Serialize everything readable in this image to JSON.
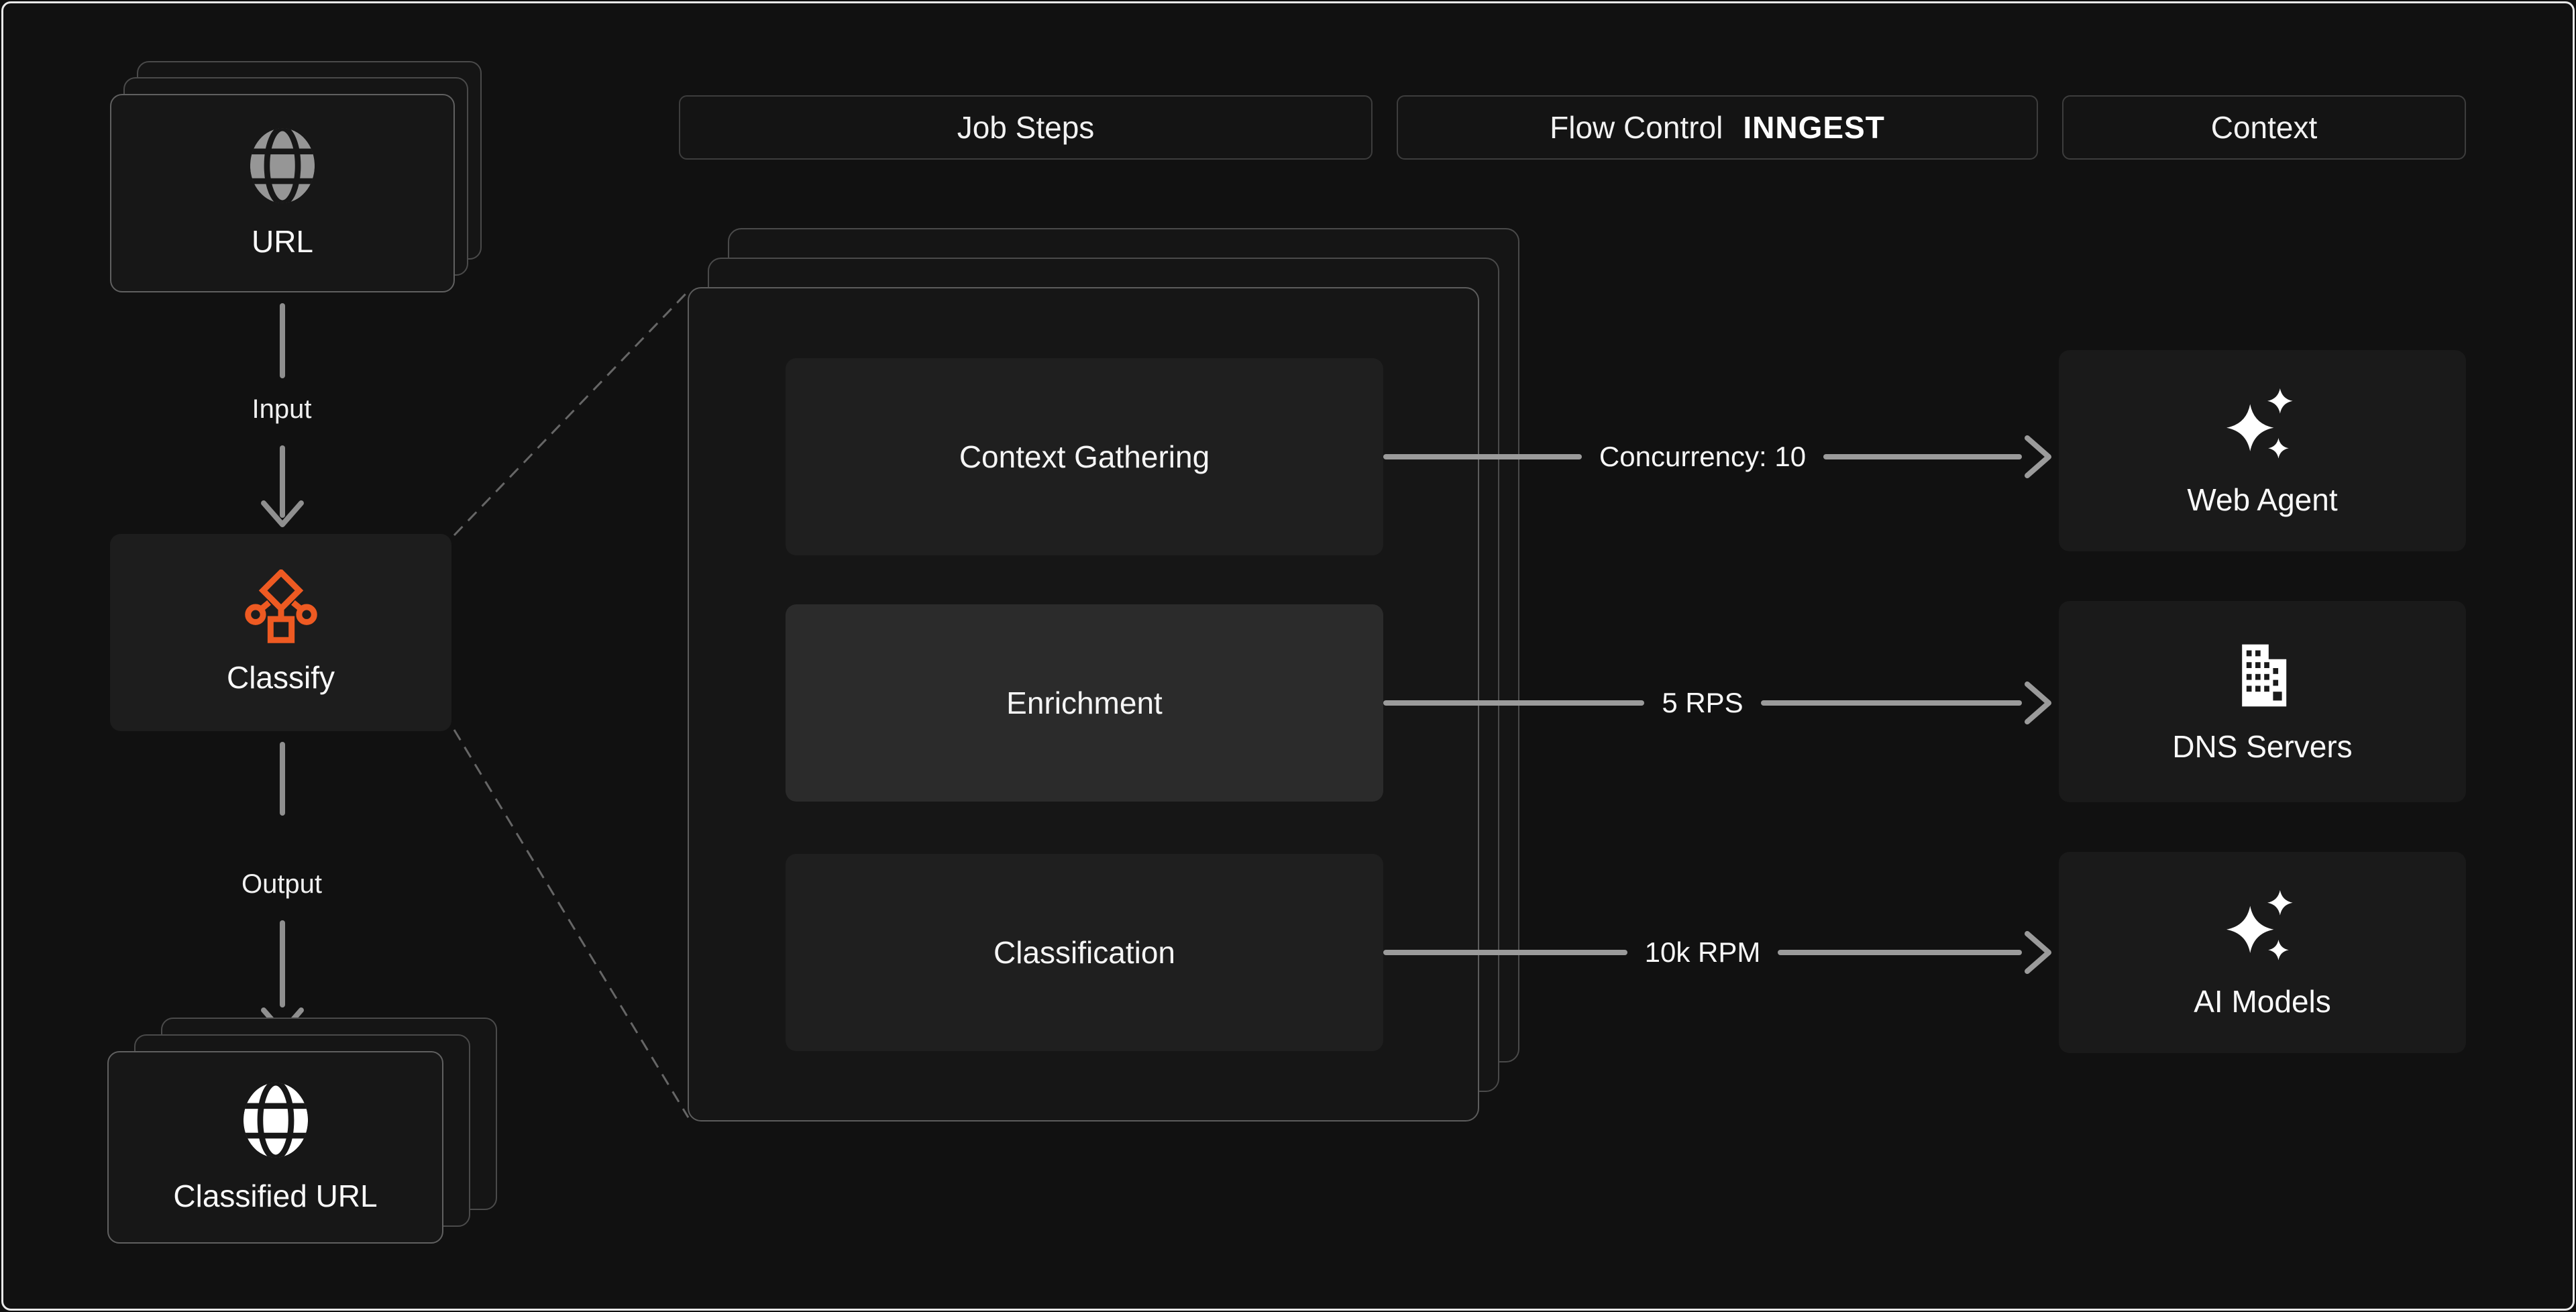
{
  "headers": {
    "job_steps": "Job Steps",
    "flow_control": "Flow Control",
    "flow_control_logo": "INNGEST",
    "context": "Context"
  },
  "input_stack": {
    "label": "URL",
    "icon": "globe-icon"
  },
  "flow": {
    "input_label": "Input",
    "output_label": "Output"
  },
  "classify": {
    "label": "Classify",
    "icon": "workflow-tree-icon"
  },
  "output_stack": {
    "label": "Classified URL",
    "icon": "globe-filled-icon"
  },
  "steps": [
    {
      "label": "Context Gathering"
    },
    {
      "label": "Enrichment"
    },
    {
      "label": "Classification"
    }
  ],
  "flow_controls": [
    {
      "label": "Concurrency: 10"
    },
    {
      "label": "5 RPS"
    },
    {
      "label": "10k RPM"
    }
  ],
  "services": [
    {
      "label": "Web Agent",
      "icon": "sparkles-icon"
    },
    {
      "label": "DNS Servers",
      "icon": "building-icon"
    },
    {
      "label": "AI Models",
      "icon": "sparkles-icon"
    }
  ],
  "colors": {
    "accent_orange": "#EE5A22",
    "background": "#111111",
    "card_background": "#171717",
    "card_border": "#606060",
    "step_background": "#1f1f1f",
    "step_highlight_background": "#2b2b2b",
    "service_background": "#1a1a1a",
    "arrow_gray": "#9b9b9b",
    "text": "#f5f5f5"
  }
}
